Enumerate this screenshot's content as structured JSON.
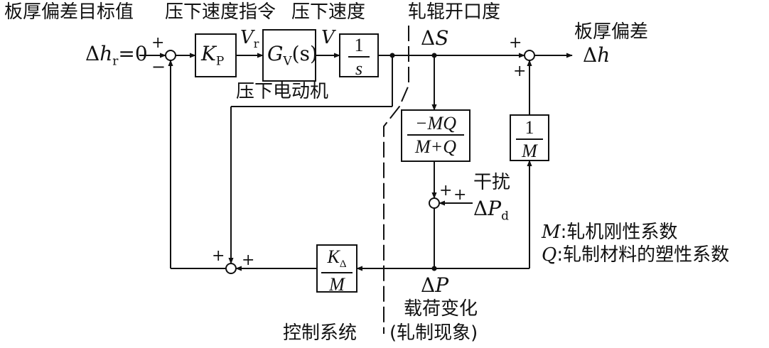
{
  "header": {
    "error_target": "板厚偏差目标值",
    "speed_command": "压下速度指令",
    "speed": "压下速度",
    "roll_gap": "轧辊开口度"
  },
  "signals": {
    "ref_delta": "Δ",
    "ref_var": "h",
    "ref_sub": "r",
    "ref_value": "=0",
    "vr_var": "V",
    "vr_sub": "r",
    "v_var": "V",
    "ds_delta": "Δ",
    "ds_var": "S",
    "dh_delta": "Δ",
    "dh_var": "h",
    "dp_delta": "Δ",
    "dp_var": "P",
    "dpd_delta": "Δ",
    "dpd_var": "P",
    "dpd_sub": "d"
  },
  "blocks": {
    "kp_var": "K",
    "kp_sub": "P",
    "gv_var": "G",
    "gv_sub": "V",
    "gv_arg": "(s)",
    "integrator_num": "1",
    "integrator_den": "s",
    "mq_num": "−MQ",
    "mq_den": "M+Q",
    "invm_num": "1",
    "invm_den": "M",
    "ka_num_var": "K",
    "ka_num_sub": "Δ",
    "ka_den": "M"
  },
  "labels": {
    "motor": "压下电动机",
    "thickness_error": "板厚偏差",
    "disturbance": "干扰",
    "legend_m_var": "M",
    "legend_m_text": ":轧机刚性系数",
    "legend_q_var": "Q",
    "legend_q_text": ":轧制材料的塑性系数",
    "load_change": "载荷变化",
    "control_system": "控制系统",
    "rolling_phenomenon": "(轧制现象)"
  },
  "signs": {
    "s1_top": "+",
    "s1_bottom": "−",
    "s2_top": "+",
    "s2_bottom": "+",
    "s3_left": "+",
    "s3_right": "+",
    "s4_left": "+",
    "s4_right": "+"
  }
}
